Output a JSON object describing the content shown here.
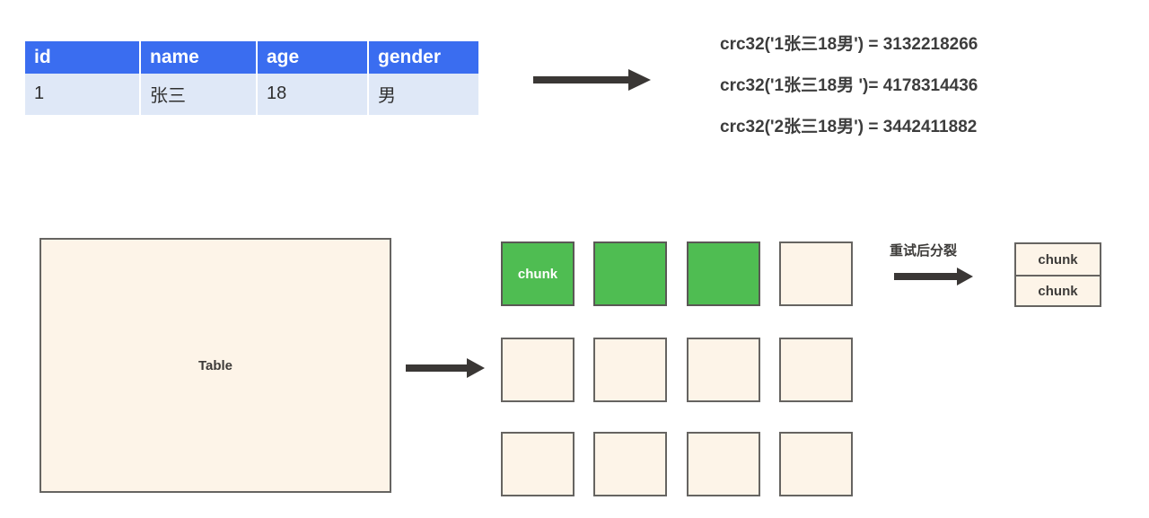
{
  "record_table": {
    "columns": [
      "id",
      "name",
      "age",
      "gender"
    ],
    "rows": [
      [
        "1",
        "张三",
        "18",
        "男"
      ]
    ],
    "header_color": "#3a6df0",
    "row_color": "#dfe8f7"
  },
  "transform_arrow": {
    "name": "table-to-crc-arrow"
  },
  "crc_results": {
    "lines": [
      "crc32('1张三18男') = 3132218266",
      "crc32('1张三18男 ')= 4178314436",
      "crc32('2张三18男') = 3442411882"
    ]
  },
  "table_box": {
    "label": "Table",
    "fill": "#fdf4e8",
    "border": "#666461"
  },
  "split_arrow": {
    "name": "table-to-chunks-arrow"
  },
  "chunk_grid": {
    "chunk_label": "chunk",
    "filled_color": "#4fbd52",
    "empty_color": "#fdf4e8",
    "rows": [
      [
        {
          "label": "chunk",
          "filled": true
        },
        {
          "label": "",
          "filled": true
        },
        {
          "label": "",
          "filled": true
        },
        {
          "label": "",
          "filled": false
        }
      ],
      [
        {
          "label": "",
          "filled": false
        },
        {
          "label": "",
          "filled": false
        },
        {
          "label": "",
          "filled": false
        },
        {
          "label": "",
          "filled": false
        }
      ],
      [
        {
          "label": "",
          "filled": false
        },
        {
          "label": "",
          "filled": false
        },
        {
          "label": "",
          "filled": false
        },
        {
          "label": "",
          "filled": false
        }
      ]
    ]
  },
  "split_annotation": {
    "label": "重试后分裂",
    "arrow_name": "retry-split-arrow",
    "result_cells": [
      "chunk",
      "chunk"
    ]
  }
}
